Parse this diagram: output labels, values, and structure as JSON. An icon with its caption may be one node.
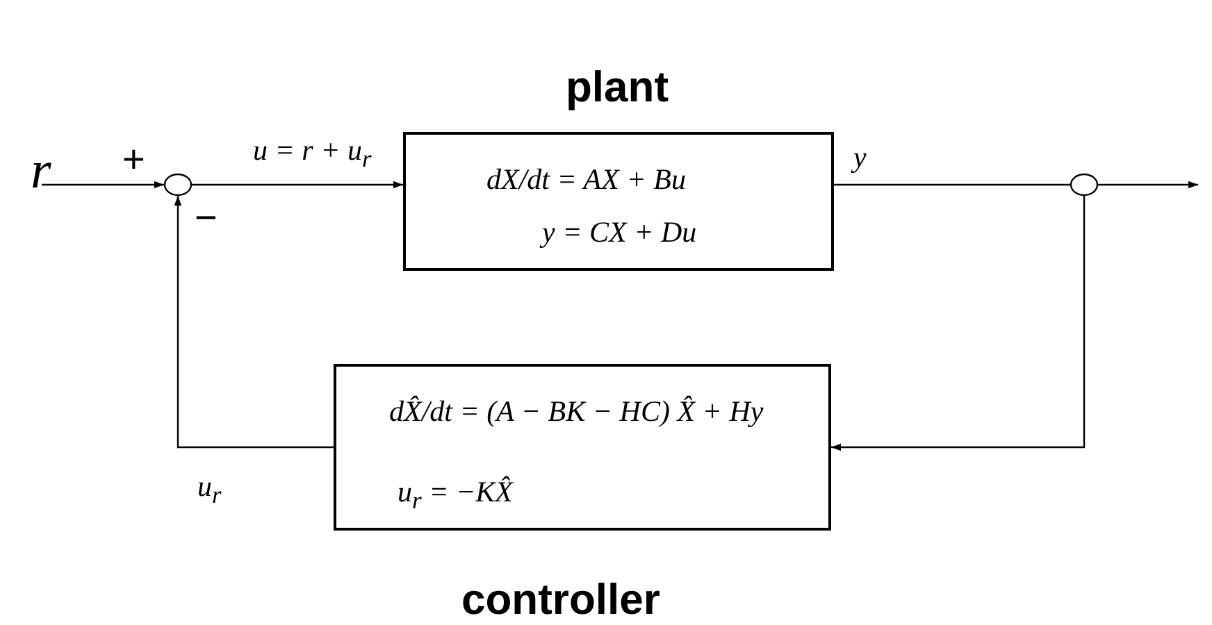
{
  "diagram": {
    "nodes": [
      {
        "text": [
          "r"
        ]
      },
      {
        "text": [],
        "shape": "circle"
      },
      {
        "text": [
          "plant",
          "dX/dt = AX + Bu",
          "y = CX + Du"
        ]
      },
      {
        "text": [],
        "shape": "circle"
      },
      {
        "text": [
          "dX̂/dt = (A − BK − HC) X̂ + Hy",
          "u$_{r}$ = −KX̂",
          "controller"
        ]
      }
    ],
    "edges": [
      {
        "from": 0,
        "to": 1,
        "arrow": "to"
      },
      {
        "from": 1,
        "to": 2,
        "arrow": "to",
        "label": "u = r + u$_{r}$"
      },
      {
        "from": 2,
        "to": 3,
        "arrow": "none",
        "label": "y"
      },
      {
        "from": 3,
        "to": null,
        "arrow": "to"
      },
      {
        "from": 3,
        "to": 4,
        "arrow": "to"
      },
      {
        "from": 4,
        "to": 1,
        "arrow": "to",
        "label": "u$_{r}$"
      }
    ],
    "labels": [
      "+",
      "−"
    ]
  }
}
